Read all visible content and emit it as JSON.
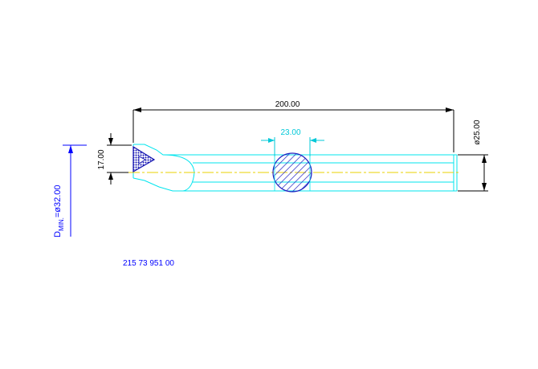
{
  "drawing": {
    "dimensions": {
      "overall_length": "200.00",
      "bar_diameter": "ø25.00",
      "edge_height": "17.00",
      "section_width": "23.00",
      "min_bore_prefix": "D",
      "min_bore_subscript": "MIN.",
      "min_bore_value": "=ø32.00"
    },
    "part_number": "215 73 951 00"
  },
  "colors": {
    "background": "#ffffff",
    "outline": "#00e5ee",
    "dimension_black": "#000000",
    "dimension_cyan": "#00c8d8",
    "center_line": "#e8d000",
    "hatch": "#2020c0",
    "insert": "#1010b0",
    "annotation_blue": "#0000ff"
  }
}
